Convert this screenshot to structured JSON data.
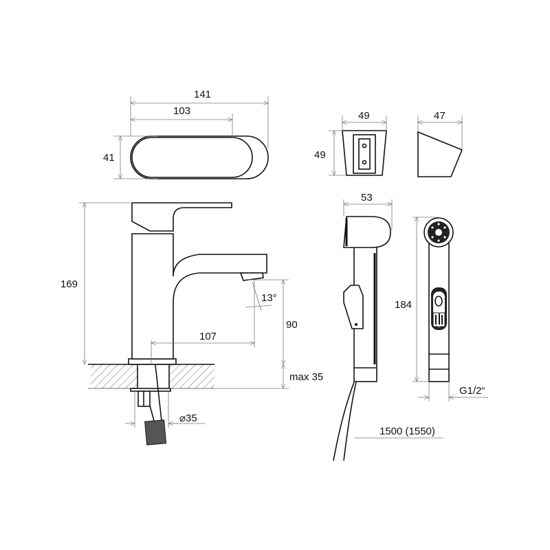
{
  "title": "Basin faucet with bidet shower - dimension drawing",
  "dimensions": {
    "top_view_length": "141",
    "top_view_handle_length": "103",
    "top_view_width": "41",
    "holder_width": "49",
    "holder_height": "49",
    "holder_depth": "47",
    "faucet_height": "169",
    "spout_angle": "13°",
    "spout_height": "90",
    "spout_reach": "107",
    "counter_thickness": "max 35",
    "hole_diameter": "⌀35",
    "shower_head_width": "53",
    "shower_length": "184",
    "thread": "G1/2“",
    "hose_length": "1500 (1550)"
  },
  "colors": {
    "line": "#111111",
    "dimension": "#777777"
  }
}
